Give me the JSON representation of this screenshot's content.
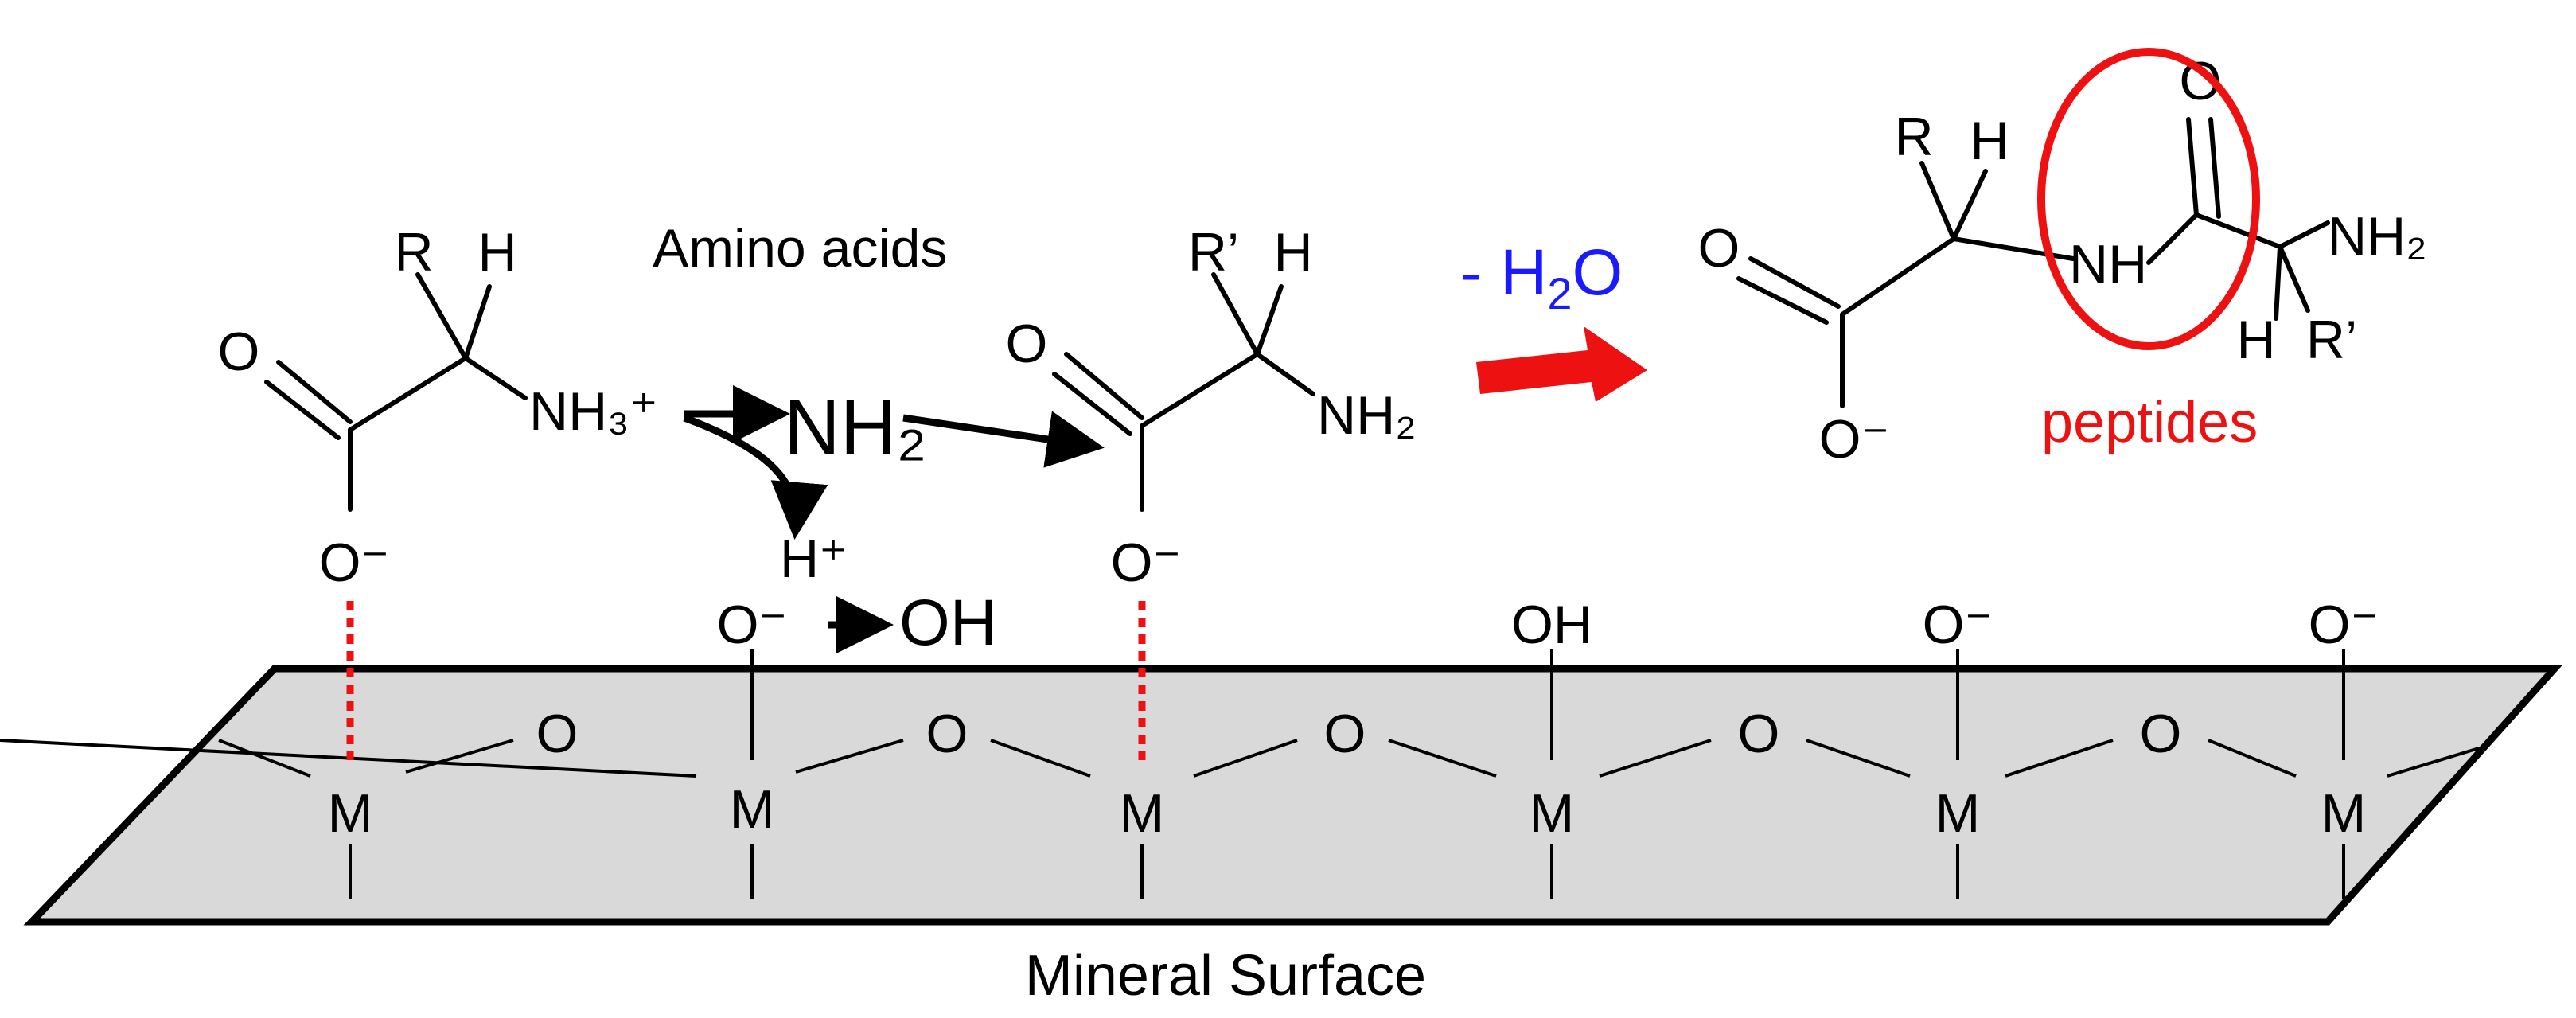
{
  "labels": {
    "amino_acids": "Amino acids",
    "water_loss": "- H",
    "water_sub": "2",
    "water_o": "O",
    "peptides": "peptides",
    "mineral_surface": "Mineral Surface",
    "R": "R",
    "R_prime": "R’",
    "H": "H",
    "O": "O",
    "O_minus": "O⁻",
    "NH3_plus": "NH₃⁺",
    "NH2": "NH₂",
    "NH2_big": "NH₂",
    "NH": "NH",
    "H_plus": "H⁺",
    "OH": "OH",
    "M": "M"
  },
  "colors": {
    "accent_red": "#ee1111",
    "accent_blue": "#1a1aff",
    "surface_fill": "#d9d9d9",
    "ink": "#000000"
  }
}
